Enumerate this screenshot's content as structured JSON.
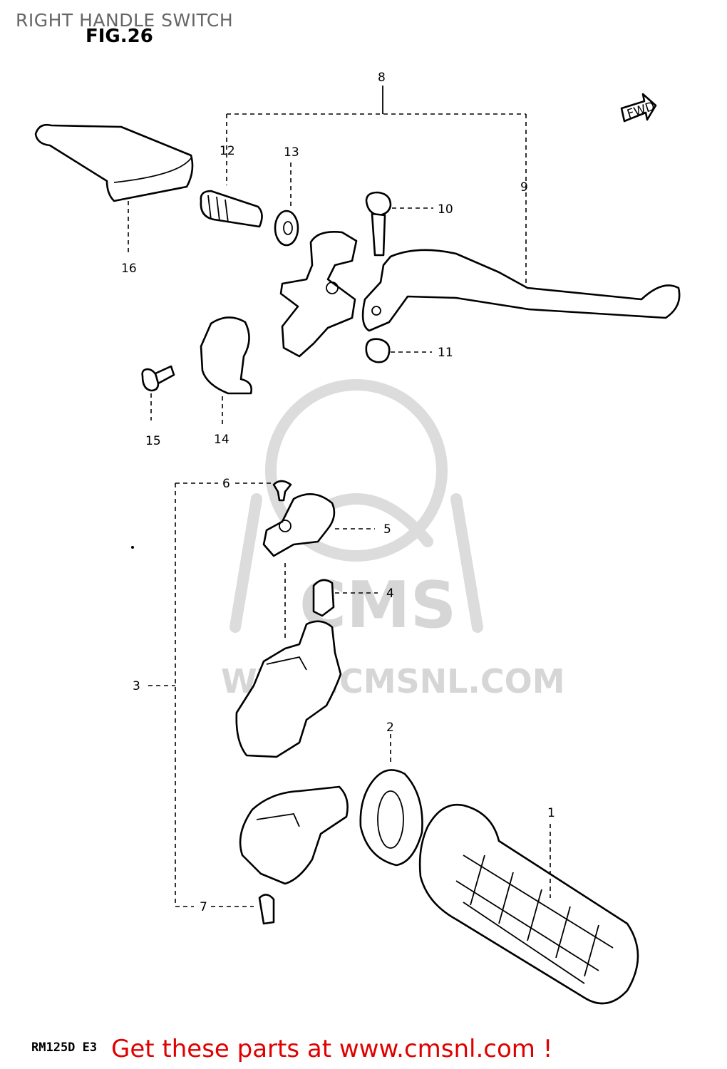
{
  "header": {
    "title": "RIGHT HANDLE SWITCH",
    "figure": "FIG.26"
  },
  "watermark": {
    "brand": "CMS",
    "url": "WWW.CMSNL.COM"
  },
  "direction_arrow": "FWD",
  "callouts": [
    "1",
    "2",
    "3",
    "4",
    "5",
    "6",
    "7",
    "8",
    "9",
    "10",
    "11",
    "12",
    "13",
    "14",
    "15",
    "16"
  ],
  "footer": {
    "model_code": "RM125D E3",
    "promo": "Get these parts at www.cmsnl.com !"
  },
  "colors": {
    "promo": "#e00000",
    "title": "#666666",
    "watermark": "#d6d6d6"
  }
}
